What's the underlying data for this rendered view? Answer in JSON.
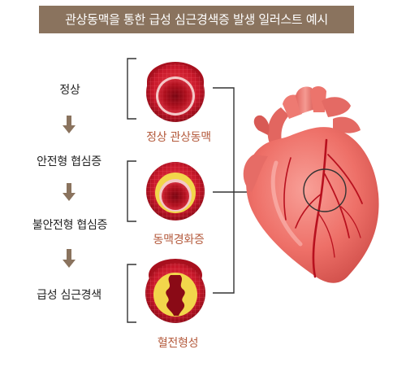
{
  "title": "관상동맥을 통한 급성 심근경색증 발생 일러스트 예시",
  "stages": [
    {
      "label": "정상"
    },
    {
      "label": "안전형 협심증"
    },
    {
      "label": "불안전형 협심증"
    },
    {
      "label": "급성 심근경색"
    }
  ],
  "vessels": [
    {
      "label": "정상 관상동맥",
      "icon": "normal-artery-icon"
    },
    {
      "label": "동맥경화증",
      "icon": "atherosclerosis-artery-icon"
    },
    {
      "label": "혈전형성",
      "icon": "thrombus-artery-icon"
    }
  ],
  "colors": {
    "title_bg": "#8a735e",
    "arrow": "#8a735e",
    "vessel_label": "#b45a3c",
    "artery_red": "#c8182a",
    "plaque_yellow": "#f2d64b",
    "heart_fill": "#f08078"
  }
}
